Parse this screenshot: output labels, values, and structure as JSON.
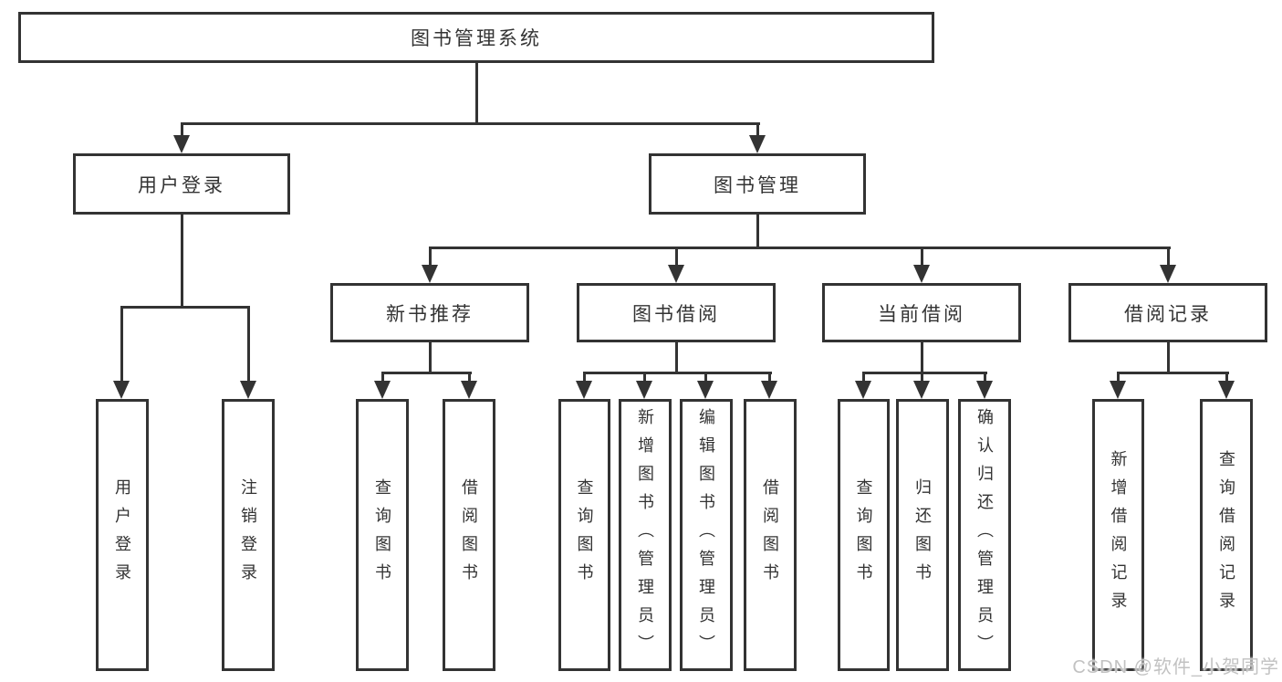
{
  "tree": {
    "root": "图书管理系统",
    "level2": [
      {
        "label": "用户登录"
      },
      {
        "label": "图书管理"
      }
    ],
    "level3": [
      {
        "label": "新书推荐"
      },
      {
        "label": "图书借阅"
      },
      {
        "label": "当前借阅"
      },
      {
        "label": "借阅记录"
      }
    ],
    "leaves": {
      "user_login": [
        "用户登录",
        "注销登录"
      ],
      "new_book_recommend": [
        "查询图书",
        "借阅图书"
      ],
      "book_borrow": [
        "查询图书",
        "新增图书（管理员）",
        "编辑图书（管理员）",
        "借阅图书"
      ],
      "current_borrow": [
        "查询图书",
        "归还图书",
        "确认归还（管理员）"
      ],
      "borrow_records": [
        "新增借阅记录",
        "查询借阅记录"
      ]
    }
  },
  "watermark": {
    "text": "CSDN @软件_小贺同学"
  },
  "colors": {
    "line": "#333333",
    "text": "#333333",
    "box_background": "#ffffff",
    "watermark": "#c2c2c2"
  }
}
